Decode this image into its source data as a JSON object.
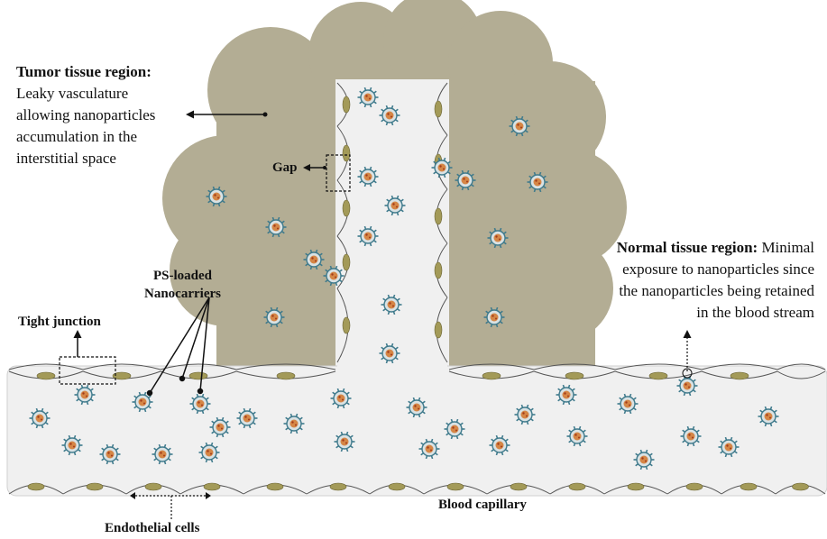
{
  "labels": {
    "tumor_title": "Tumor tissue region:",
    "tumor_lines": [
      "Leaky vasculature",
      "allowing nanoparticles",
      "accumulation in the",
      "interstitial space"
    ],
    "gap": "Gap",
    "normal_title": "Normal tissue region:",
    "normal_line1_rest": " Minimal",
    "normal_lines": [
      "exposure to nanoparticles since",
      "the nanoparticles being retained",
      "in the blood stream"
    ],
    "tight_junction": "Tight junction",
    "ps_line1": "PS-loaded",
    "ps_line2": "Nanocarriers",
    "blood_capillary": "Blood capillary",
    "endothelial_cells": "Endothelial cells"
  },
  "colors": {
    "tumor": "#b3ad94",
    "vessel": "#f0f0f0",
    "nucleus": "#a39a58",
    "nanoparticle_coat": "#3f7a8c",
    "nanoparticle_core": "#d4762a"
  }
}
